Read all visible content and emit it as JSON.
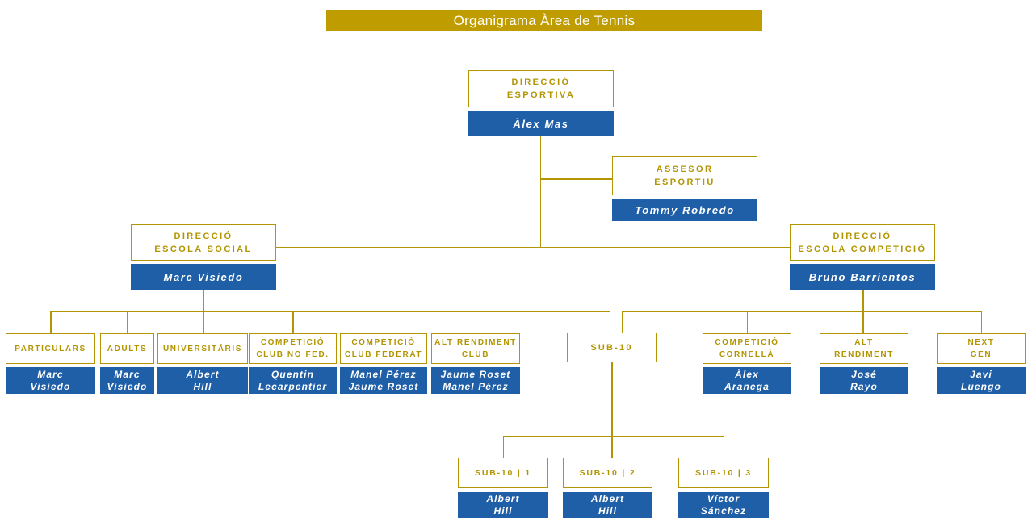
{
  "title_bar": {
    "text": "Organigrama Àrea de Tennis"
  },
  "colors": {
    "gold_fill": "#BF9D00",
    "gold_line": "#B29500",
    "blue": "#1F5FA8",
    "text_on_fill": "#FFFFFF"
  },
  "nodes": {
    "direccio_esportiva": {
      "role": "DIRECCIÓ\nESPORTIVA",
      "person": "Àlex Mas"
    },
    "assesor_esportiu": {
      "role": "ASSESOR\nESPORTIU",
      "person": "Tommy Robredo"
    },
    "direccio_escola_social": {
      "role": "DIRECCIÓ\nESCOLA SOCIAL",
      "person": "Marc Visiedo"
    },
    "direccio_escola_competicio": {
      "role": "DIRECCIÓ\nESCOLA COMPETICIÓ",
      "person": "Bruno Barrientos"
    },
    "particulars": {
      "role": "PARTICULARS",
      "person": "Marc\nVisiedo"
    },
    "adults": {
      "role": "ADULTS",
      "person": "Marc\nVisiedo"
    },
    "universitaris": {
      "role": "UNIVERSITÁRIS",
      "person": "Albert\nHill"
    },
    "competicio_club_no_fed": {
      "role": "COMPETICIÓ\nCLUB NO FED.",
      "person": "Quentin\nLecarpentier"
    },
    "competicio_club_federat": {
      "role": "COMPETICIÓ\nCLUB FEDERAT",
      "person": "Manel Pérez\nJaume Roset"
    },
    "alt_rendiment_club": {
      "role": "ALT RENDIMENT\nCLUB",
      "person": "Jaume Roset\nManel Pérez"
    },
    "sub10": {
      "role": "SUB-10"
    },
    "competicio_cornella": {
      "role": "COMPETICIÓ\nCORNELLÀ",
      "person": "Àlex\nAranega"
    },
    "alt_rendiment": {
      "role": "ALT\nRENDIMENT",
      "person": "José\nRayo"
    },
    "next_gen": {
      "role": "NEXT\nGEN",
      "person": "Javi\nLuengo"
    },
    "sub10_1": {
      "role": "SUB-10 | 1",
      "person": "Albert\nHill"
    },
    "sub10_2": {
      "role": "SUB-10 | 2",
      "person": "Albert\nHill"
    },
    "sub10_3": {
      "role": "SUB-10 | 3",
      "person": "Víctor\nSánchez"
    }
  }
}
